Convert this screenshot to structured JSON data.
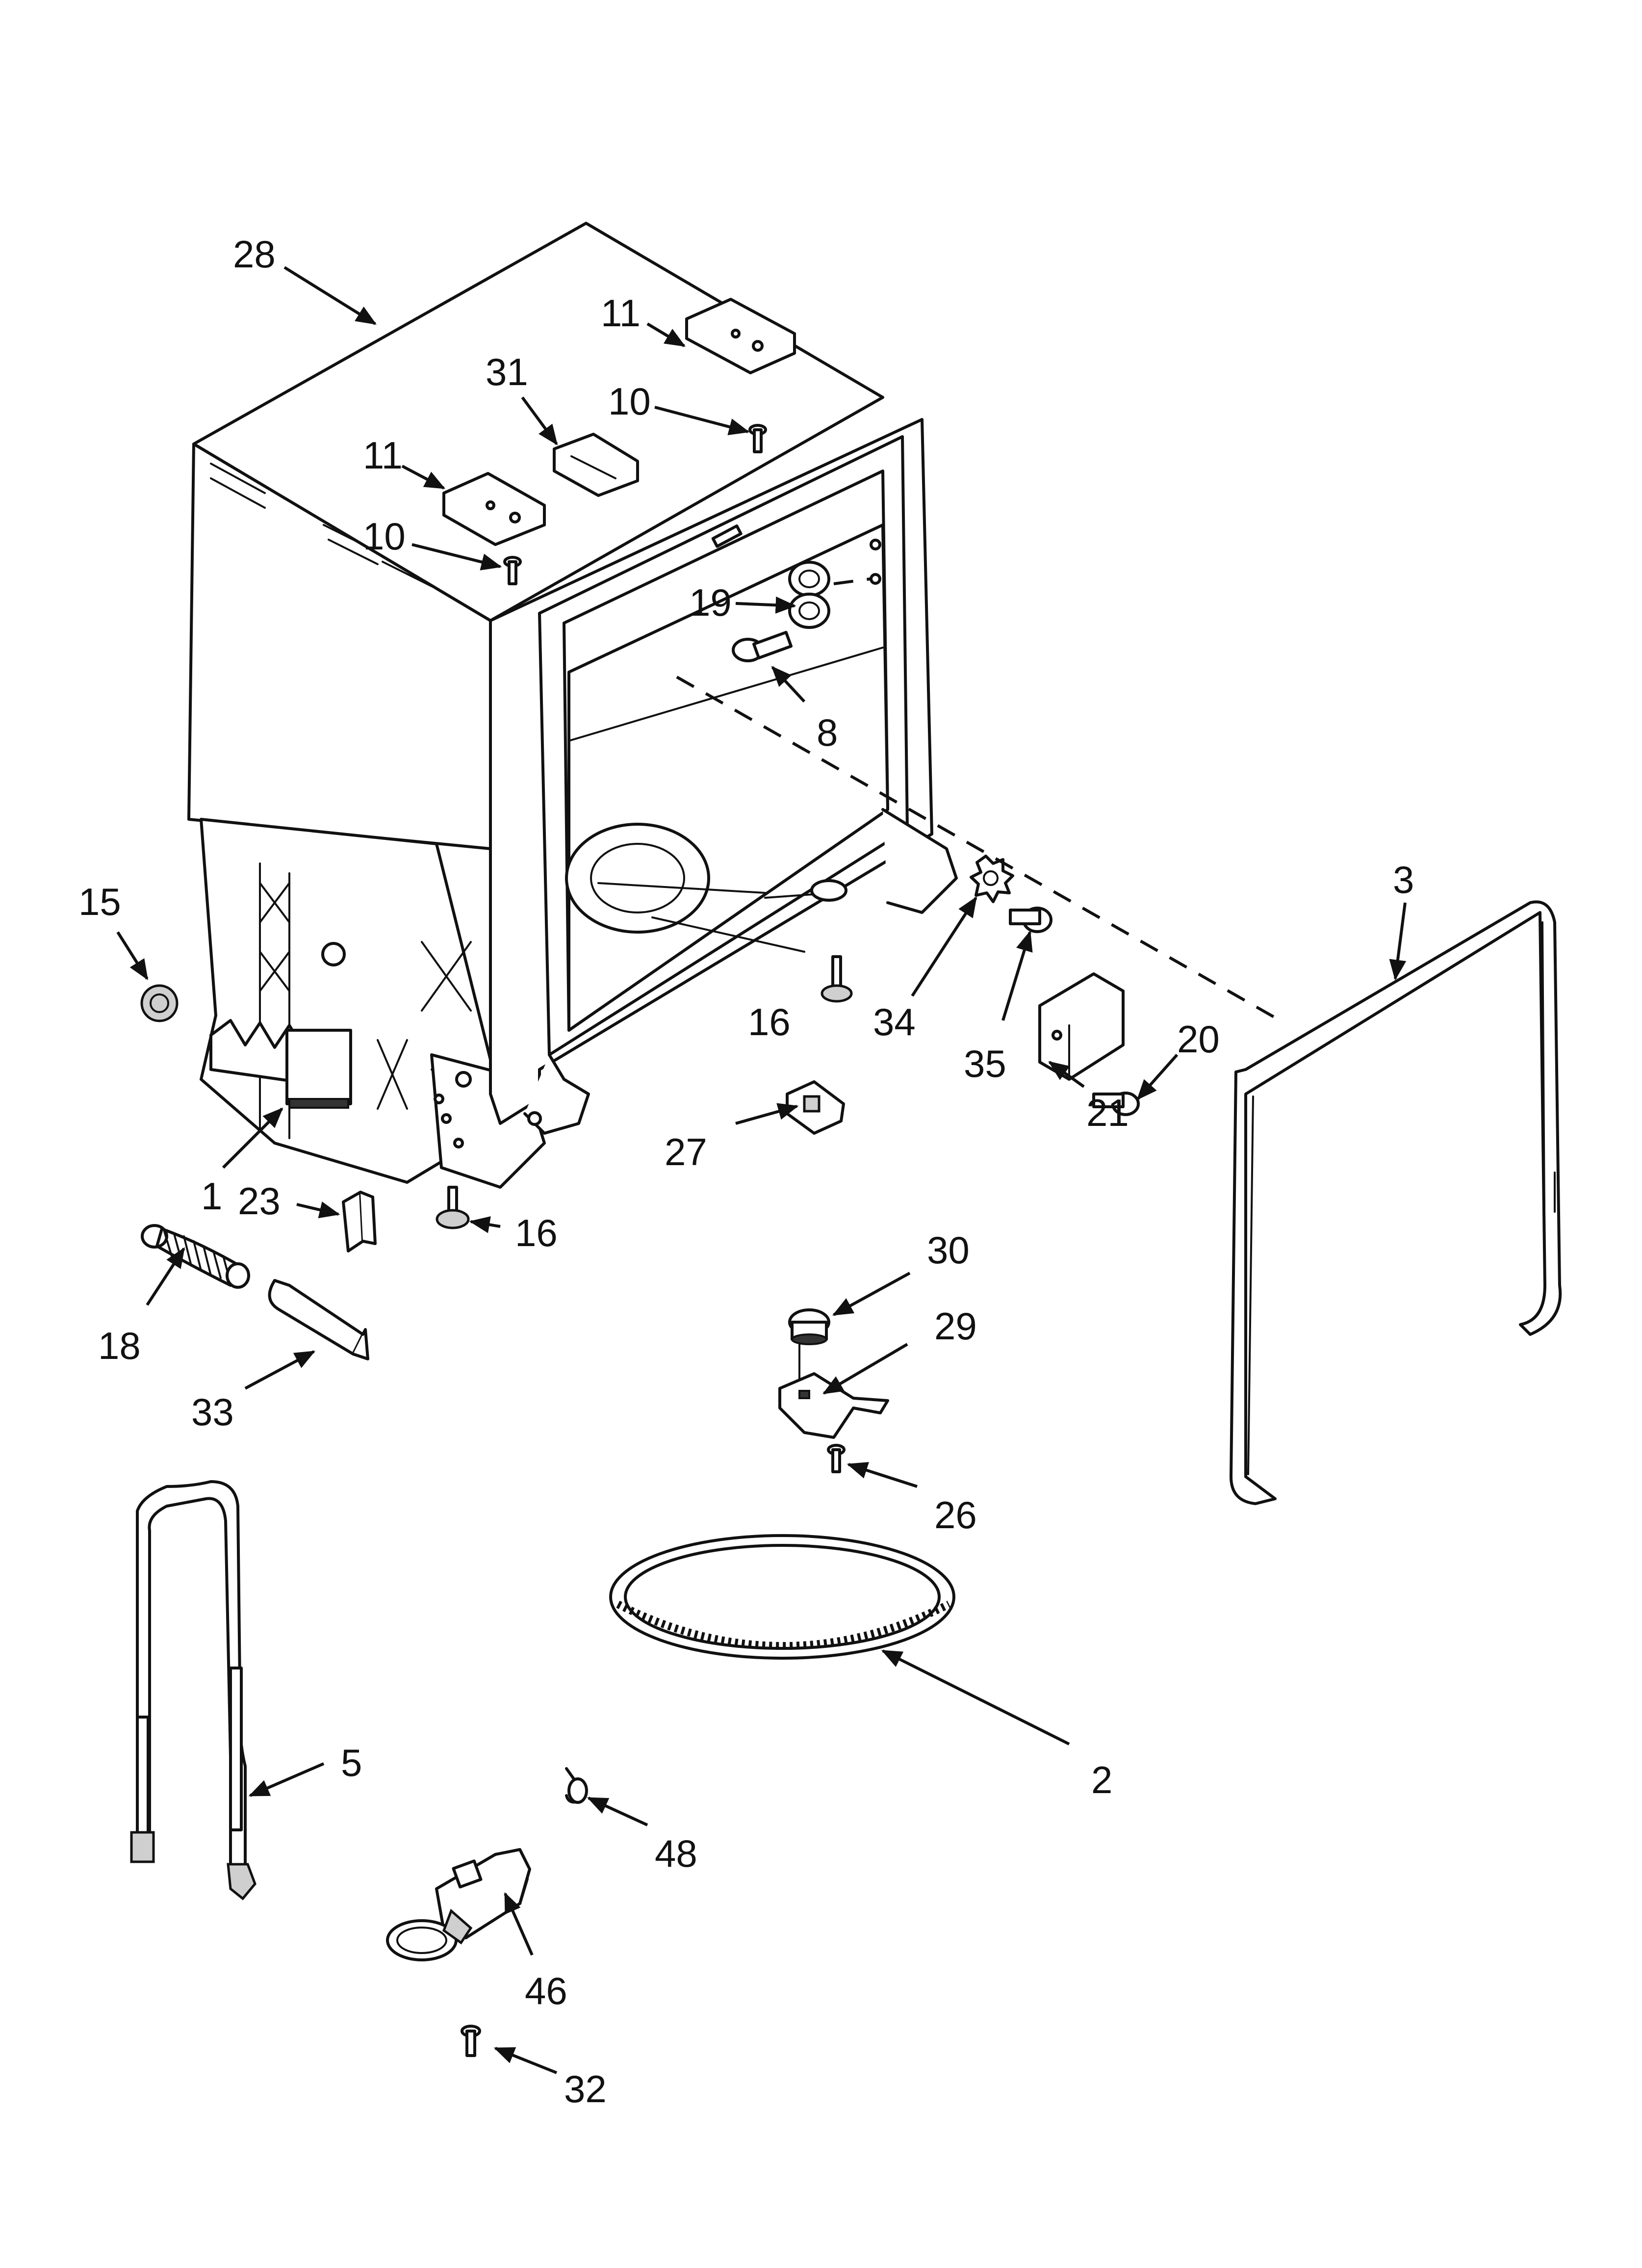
{
  "callouts": [
    {
      "id": "28",
      "label": "28"
    },
    {
      "id": "11a",
      "label": "11"
    },
    {
      "id": "31",
      "label": "31"
    },
    {
      "id": "10a",
      "label": "10"
    },
    {
      "id": "11b",
      "label": "11"
    },
    {
      "id": "10b",
      "label": "10"
    },
    {
      "id": "19",
      "label": "19"
    },
    {
      "id": "8",
      "label": "8"
    },
    {
      "id": "15",
      "label": "15"
    },
    {
      "id": "3",
      "label": "3"
    },
    {
      "id": "16a",
      "label": "16"
    },
    {
      "id": "34",
      "label": "34"
    },
    {
      "id": "20",
      "label": "20"
    },
    {
      "id": "35",
      "label": "35"
    },
    {
      "id": "21",
      "label": "21"
    },
    {
      "id": "1",
      "label": "1"
    },
    {
      "id": "27",
      "label": "27"
    },
    {
      "id": "23",
      "label": "23"
    },
    {
      "id": "16b",
      "label": "16"
    },
    {
      "id": "30",
      "label": "30"
    },
    {
      "id": "18",
      "label": "18"
    },
    {
      "id": "29",
      "label": "29"
    },
    {
      "id": "33",
      "label": "33"
    },
    {
      "id": "26",
      "label": "26"
    },
    {
      "id": "2",
      "label": "2"
    },
    {
      "id": "5",
      "label": "5"
    },
    {
      "id": "48",
      "label": "48"
    },
    {
      "id": "46",
      "label": "46"
    },
    {
      "id": "32",
      "label": "32"
    }
  ]
}
